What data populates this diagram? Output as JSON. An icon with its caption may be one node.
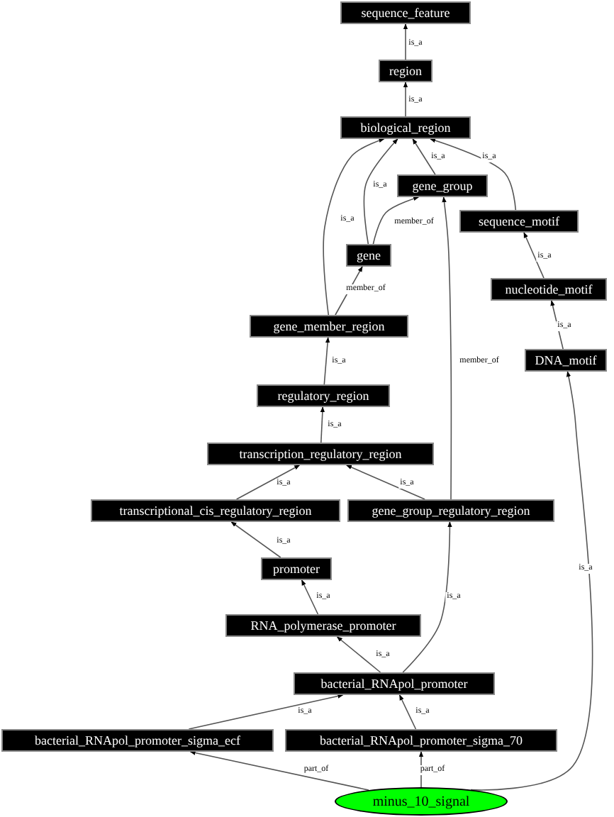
{
  "diagram": {
    "nodes": [
      {
        "text": [
          "sequence_feature"
        ]
      },
      {
        "text": [
          "region"
        ]
      },
      {
        "text": [
          "biological_region"
        ]
      },
      {
        "text": [
          "gene_group"
        ]
      },
      {
        "text": [
          "sequence_motif"
        ]
      },
      {
        "text": [
          "gene"
        ]
      },
      {
        "text": [
          "nucleotide_motif"
        ]
      },
      {
        "text": [
          "gene_member_region"
        ]
      },
      {
        "text": [
          "DNA_motif"
        ]
      },
      {
        "text": [
          "regulatory_region"
        ]
      },
      {
        "text": [
          "transcription_regulatory_region"
        ]
      },
      {
        "text": [
          "transcriptional_cis_regulatory_region"
        ]
      },
      {
        "text": [
          "gene_group_regulatory_region"
        ]
      },
      {
        "text": [
          "promoter"
        ]
      },
      {
        "text": [
          "RNA_polymerase_promoter"
        ]
      },
      {
        "text": [
          "bacterial_RNApol_promoter"
        ]
      },
      {
        "text": [
          "bacterial_RNApol_promoter_sigma_ecf"
        ]
      },
      {
        "text": [
          "bacterial_RNApol_promoter_sigma_70"
        ]
      },
      {
        "text": [
          "minus_10_signal"
        ]
      }
    ],
    "edges": [
      {
        "from": 1,
        "to": 0,
        "arrow": "to",
        "label": "is_a"
      },
      {
        "from": 2,
        "to": 1,
        "arrow": "to",
        "label": "is_a"
      },
      {
        "from": 3,
        "to": 2,
        "arrow": "to",
        "label": "is_a"
      },
      {
        "from": 5,
        "to": 2,
        "arrow": "to",
        "label": "is_a"
      },
      {
        "from": 7,
        "to": 2,
        "arrow": "to",
        "label": "is_a"
      },
      {
        "from": 4,
        "to": 2,
        "arrow": "to",
        "label": "is_a"
      },
      {
        "from": 5,
        "to": 3,
        "arrow": "to",
        "label": "member_of"
      },
      {
        "from": 7,
        "to": 5,
        "arrow": "to",
        "label": "member_of"
      },
      {
        "from": 6,
        "to": 4,
        "arrow": "to",
        "label": "is_a"
      },
      {
        "from": 8,
        "to": 6,
        "arrow": "to",
        "label": "is_a"
      },
      {
        "from": 9,
        "to": 7,
        "arrow": "to",
        "label": "is_a"
      },
      {
        "from": 10,
        "to": 9,
        "arrow": "to",
        "label": "is_a"
      },
      {
        "from": 11,
        "to": 10,
        "arrow": "to",
        "label": "is_a"
      },
      {
        "from": 12,
        "to": 10,
        "arrow": "to",
        "label": "is_a"
      },
      {
        "from": 12,
        "to": 3,
        "arrow": "to",
        "label": "member_of"
      },
      {
        "from": 13,
        "to": 11,
        "arrow": "to",
        "label": "is_a"
      },
      {
        "from": 14,
        "to": 13,
        "arrow": "to",
        "label": "is_a"
      },
      {
        "from": 15,
        "to": 14,
        "arrow": "to",
        "label": "is_a"
      },
      {
        "from": 15,
        "to": 12,
        "arrow": "to",
        "label": "is_a"
      },
      {
        "from": 16,
        "to": 15,
        "arrow": "to",
        "label": "is_a"
      },
      {
        "from": 17,
        "to": 15,
        "arrow": "to",
        "label": "is_a"
      },
      {
        "from": 18,
        "to": 16,
        "arrow": "to",
        "label": "part_of"
      },
      {
        "from": 18,
        "to": 17,
        "arrow": "to",
        "label": "part_of"
      },
      {
        "from": 18,
        "to": 8,
        "arrow": "to",
        "label": "is_a"
      }
    ]
  }
}
